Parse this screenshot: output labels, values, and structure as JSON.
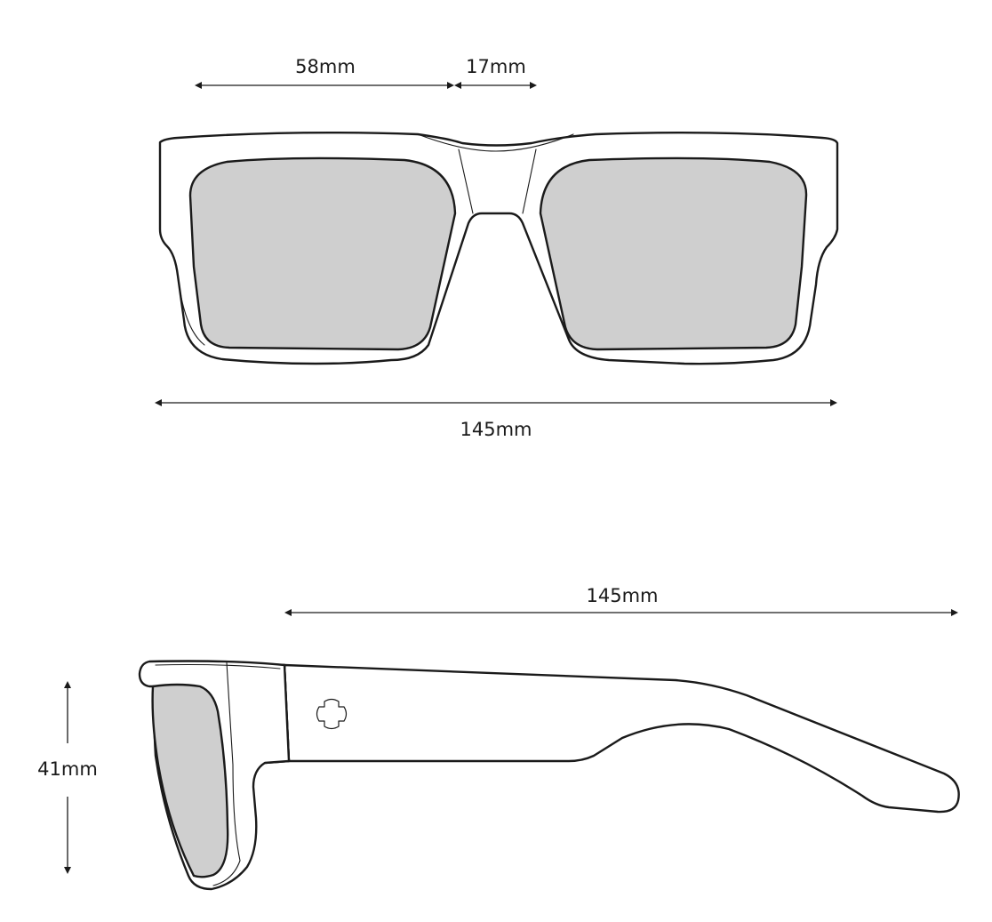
{
  "colors": {
    "stroke": "#1a1a1a",
    "lens_fill": "#cfcfcf",
    "frame_fill": "#ffffff"
  },
  "front_view": {
    "lens_width_label": "58mm",
    "bridge_width_label": "17mm",
    "total_width_label": "145mm"
  },
  "side_view": {
    "temple_length_label": "145mm",
    "lens_height_label": "41mm",
    "logo_icon": "cross-logo-icon"
  }
}
